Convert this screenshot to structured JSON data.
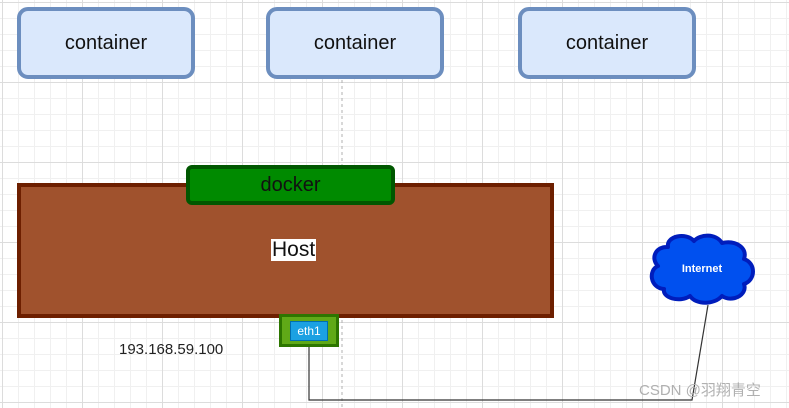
{
  "containers": [
    {
      "label": "container"
    },
    {
      "label": "container"
    },
    {
      "label": "container"
    }
  ],
  "host": {
    "label": "Host",
    "fill_color": "#a0522d",
    "border_color": "#6d1f00"
  },
  "docker": {
    "label": "docker",
    "fill_color": "#008a00",
    "border_color": "#005700"
  },
  "nic": {
    "label": "eth1",
    "fill_color": "#1ba1e2",
    "outer_fill_color": "#60a917"
  },
  "ip_address": "193.168.59.100",
  "cloud": {
    "label": "Internet",
    "fill_color": "#0050ef",
    "border_color": "#001dbc"
  },
  "watermark": "CSDN @羽翔青空",
  "colors": {
    "container_fill": "#dae8fc",
    "container_border": "#6c8ebf"
  }
}
